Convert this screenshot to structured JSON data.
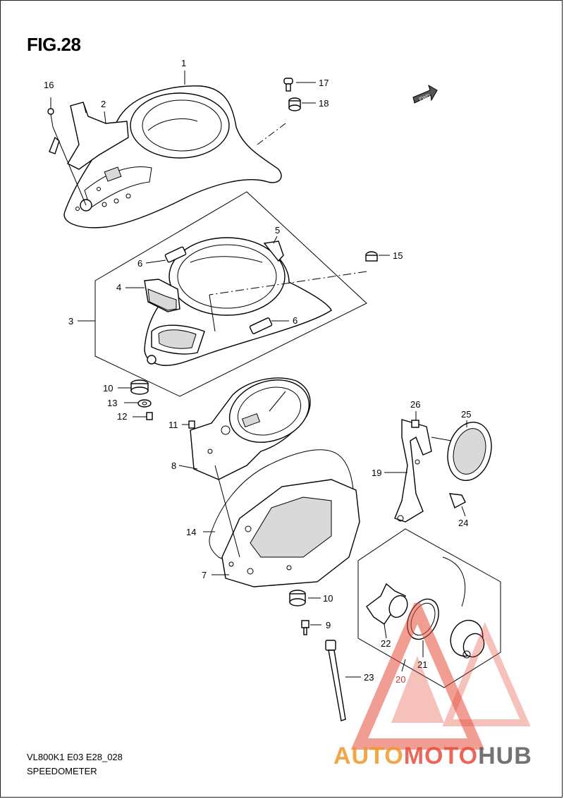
{
  "figure": {
    "title": "FIG.28",
    "model_code": "VL800K1 E03 E28_028",
    "name": "SPEEDOMETER",
    "fwd_label": "FWD"
  },
  "parts": {
    "p1": "1",
    "p2": "2",
    "p3": "3",
    "p4": "4",
    "p5": "5",
    "p6a": "6",
    "p6b": "6",
    "p7": "7",
    "p8": "8",
    "p9": "9",
    "p10a": "10",
    "p10b": "10",
    "p11": "11",
    "p12": "12",
    "p13": "13",
    "p14": "14",
    "p15": "15",
    "p16": "16",
    "p17": "17",
    "p18": "18",
    "p19": "19",
    "p20": "20",
    "p21": "21",
    "p22": "22",
    "p23": "23",
    "p24": "24",
    "p25": "25",
    "p26": "26"
  },
  "watermark": {
    "part1": "AUTO",
    "part2": "MOTO",
    "part3": "HUB",
    "colors": {
      "orange": "#f0962a",
      "red": "#e74c3c",
      "gray": "#5a5a5a"
    }
  }
}
